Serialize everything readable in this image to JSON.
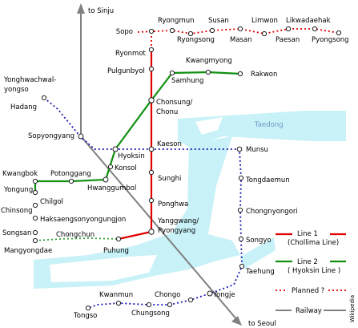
{
  "map": {
    "river_name": "Taedong",
    "railway_destinations": {
      "north": "to Sinju",
      "south": "to Seoul"
    },
    "stations": {
      "sopo": "Sopo",
      "ryongmun": "Ryongmun",
      "susan": "Susan",
      "limwon": "Limwon",
      "likwadaehak": "Likwadaehak",
      "ryongsong": "Ryongsong",
      "masan": "Masan",
      "paesan": "Paesan",
      "pyongsong": "Pyongsong",
      "ryonmot": "Ryonmot",
      "pulgunbyol": "Pulgunbyol",
      "kwangmyong": "Kwangmyong",
      "samhung": "Samhung",
      "rakwon": "Rakwon",
      "yonghwachwal": "Yonghwachwal-",
      "yongso": "yongso",
      "hadang": "Hadang",
      "chonsung": "Chonsung/",
      "chonu": "Chonu",
      "sopyongyang": "Sopyongyang",
      "kaeson": "Kaeson",
      "munsu": "Munsu",
      "hyoksin": "Hyoksin",
      "konsol": "Konsol",
      "kwangbok": "Kwangbok",
      "potonggang": "Potonggang",
      "sunghi": "Sunghi",
      "tongdaemun": "Tongdaemun",
      "yongung": "Yongung",
      "hwanggumbol": "Hwanggumbol",
      "chilgol": "Chilgol",
      "chinsong": "Chinsong",
      "chongnyongori": "Chongnyongori",
      "haksaeng": "Haksaengsonyongungjon",
      "ponghwa": "Ponghwa",
      "songsan": "Songsan",
      "yanggwang": "Yanggwang/",
      "pyongyang": "Pyongyang",
      "songyo": "Songyo",
      "chongchun": "Chongchun",
      "mangyongdae": "Mangyongdae",
      "puhung": "Puhung",
      "taehung": "Taehung",
      "kwanmun": "Kwanmun",
      "chongo": "Chongo",
      "yongje": "Yongje",
      "tongso": "Tongso",
      "chungsong": "Chungsong"
    },
    "legend": [
      {
        "label1": "Line 1",
        "label2": "(Chollima Line)",
        "color": "#e00000",
        "style": "solid"
      },
      {
        "label1": "Line 2",
        "label2": "( Hyoksin Line )",
        "color": "#109010",
        "style": "solid"
      },
      {
        "label1": "Planned ?",
        "label2": "",
        "color": "#e00000",
        "style": "dotted"
      },
      {
        "label1": "Railway",
        "label2": "",
        "color": "#808080",
        "style": "solid"
      }
    ],
    "watermark": "Wikipedia",
    "colors": {
      "line1": "#e00000",
      "line2": "#109010",
      "planned_red": "#e00000",
      "planned_blue": "#1a1ab0",
      "planned_green": "#30a030",
      "railway": "#808080",
      "river": "#c8f2f8",
      "river_label": "#6c98c4"
    }
  }
}
